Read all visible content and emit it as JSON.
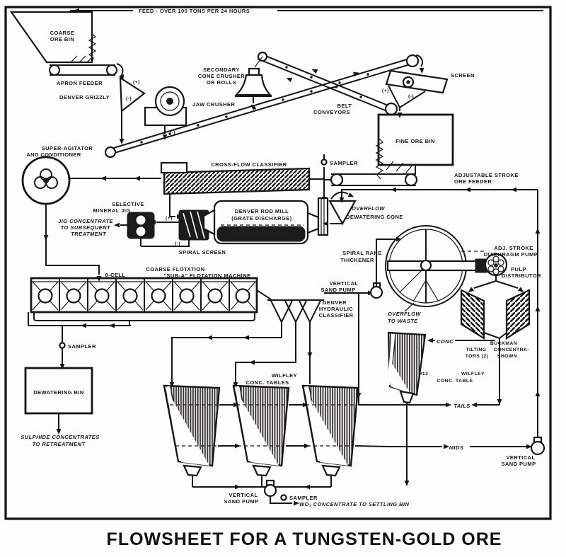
{
  "caption": "FLOWSHEET FOR A TUNGSTEN-GOLD ORE",
  "labels": {
    "feed": "FEED - OVER 100 TONS PER 24 HOURS",
    "coarse_ore_bin": [
      "COARSE",
      "ORE BIN"
    ],
    "apron_feeder": "APRON FEEDER",
    "denver_grizzly": "DENVER GRIZZLY",
    "jaw_crusher": "JAW CRUSHER",
    "secondary_crusher": [
      "SECONDARY",
      "CONE CRUSHER",
      "OR ROLLS"
    ],
    "belt_conveyors": [
      "BELT",
      "CONVEYORS"
    ],
    "screen": "SCREEN",
    "fine_ore_bin": "FINE ORE BIN",
    "adjustable_feeder": [
      "ADJUSTABLE STROKE",
      "ORE FEEDER"
    ],
    "sampler": "SAMPLER",
    "cross_flow": "CROSS-FLOW CLASSIFIER",
    "super_agitator": [
      "SUPER-AGITATOR",
      "AND CONDITIONER"
    ],
    "selective_jig": [
      "SELECTIVE",
      "MINERAL JIG"
    ],
    "jig_concentrate": [
      "JIG CONCENTRATE",
      "TO SUBSEQUENT",
      "TREATMENT"
    ],
    "rod_mill": [
      "DENVER ROD MILL",
      "(GRATE DISCHARGE)"
    ],
    "spiral_screen": "SPIRAL SCREEN",
    "overflow": "OVERFLOW",
    "dewatering_cone": "DEWATERING CONE",
    "thickener": [
      "SPIRAL RAKE",
      "THICKENER"
    ],
    "diaphragm_pump": [
      "ADJ. STROKE",
      "DIAPHRAGM PUMP"
    ],
    "pulp_distributor": [
      "PULP",
      "DISTRIBUTOR"
    ],
    "eight_cell": "8-CELL",
    "flotation": [
      "COARSE FLOTATION",
      "\"SUB-A\" FLOTATION MACHINE"
    ],
    "vertical_sand_pump": [
      "VERTICAL",
      "SAND PUMP"
    ],
    "hydraulic_classifier": [
      "DENVER",
      "HYDRAULIC",
      "CLASSIFIER"
    ],
    "overflow_waste": [
      "OVERFLOW",
      "TO WASTE"
    ],
    "dewatering_bin": "DEWATERING BIN",
    "sulphide": [
      "SULPHIDE CONCENTRATES",
      "TO RETREATMENT"
    ],
    "wilfley_tables": [
      "WILFLEY",
      "CONC. TABLES"
    ],
    "buckman": [
      "BUCKMAN",
      "CONCENTRA-",
      "SHOWN"
    ],
    "tilting": [
      "TILTING",
      "TORS (2)"
    ],
    "conc": "CONC",
    "table_12": "#12",
    "wilfley_table": [
      "- WILFLEY",
      "CONC. TABLE"
    ],
    "tails": "TAILS",
    "mids": "MIDS",
    "wo3": "WO₃ CONCENTRATE TO SETTLING BIN",
    "plus": "(+)",
    "minus": "(-)"
  }
}
